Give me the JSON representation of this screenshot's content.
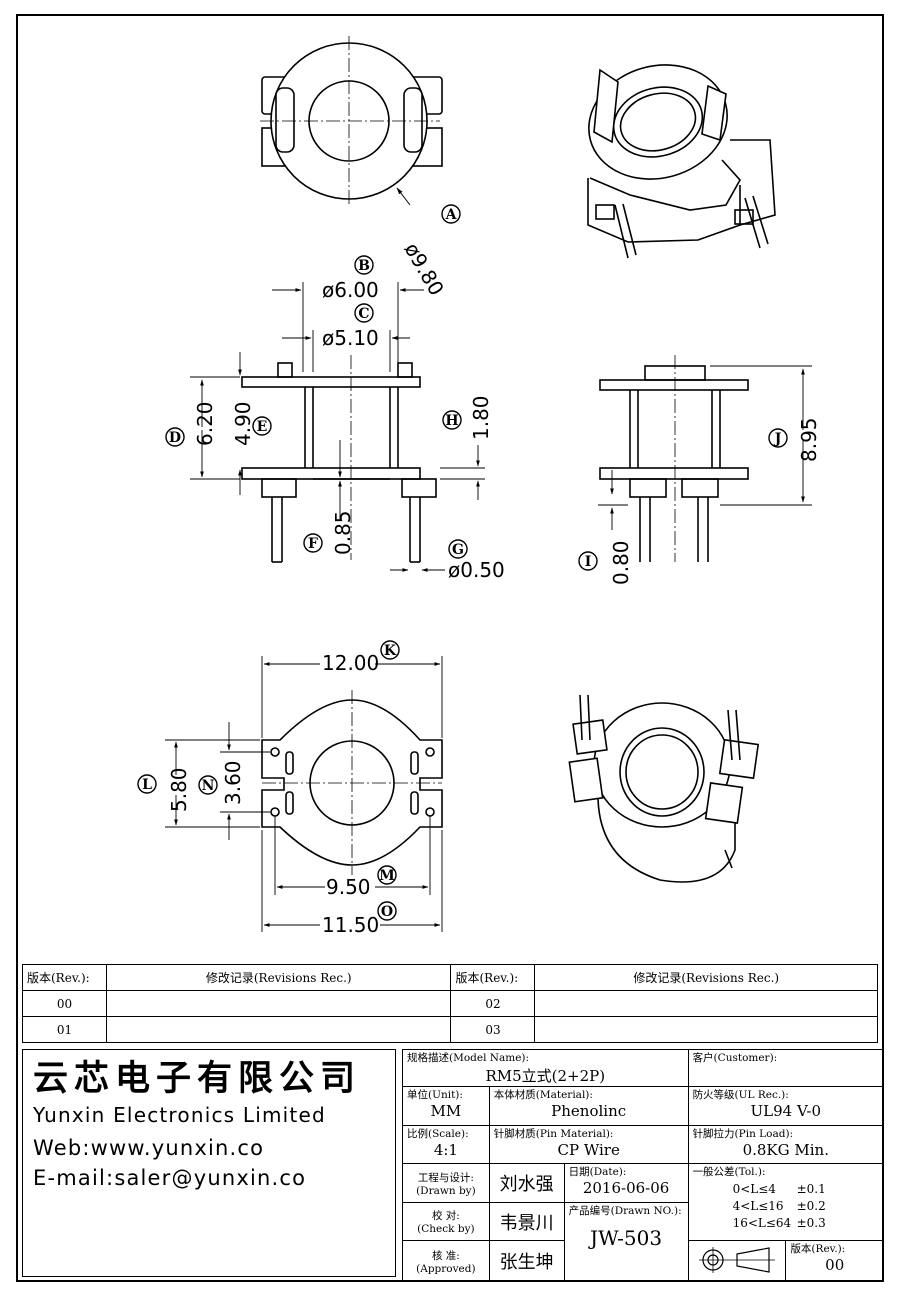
{
  "dimensions": {
    "A": {
      "letter": "A",
      "value": "ø9.80"
    },
    "B": {
      "letter": "B",
      "value": "ø6.00"
    },
    "C": {
      "letter": "C",
      "value": "ø5.10"
    },
    "D": {
      "letter": "D",
      "value": "6.20"
    },
    "E": {
      "letter": "E",
      "value": "4.90"
    },
    "F": {
      "letter": "F",
      "value": "0.85"
    },
    "G": {
      "letter": "G",
      "value": "ø0.50"
    },
    "H": {
      "letter": "H",
      "value": "1.80"
    },
    "I": {
      "letter": "I",
      "value": "0.80"
    },
    "J": {
      "letter": "J",
      "value": "8.95"
    },
    "K": {
      "letter": "K",
      "value": "12.00"
    },
    "L": {
      "letter": "L",
      "value": "5.80"
    },
    "M": {
      "letter": "M",
      "value": "9.50"
    },
    "N": {
      "letter": "N",
      "value": "3.60"
    },
    "O": {
      "letter": "O",
      "value": "11.50"
    }
  },
  "revisions": {
    "header_rev": "版本(Rev.):",
    "header_rec": "修改记录(Revisions Rec.)",
    "rows": [
      {
        "left_rev": "00",
        "left_rec": "",
        "right_rev": "02",
        "right_rec": ""
      },
      {
        "left_rev": "01",
        "left_rec": "",
        "right_rev": "03",
        "right_rec": ""
      }
    ]
  },
  "company": {
    "name_cn": "云芯电子有限公司",
    "name_en": "Yunxin Electronics Limited",
    "web": "Web:www.yunxin.co",
    "email": "E-mail:saler@yunxin.co"
  },
  "title_block": {
    "model_label": "规格描述(Model Name):",
    "model_value": "RM5立式(2+2P)",
    "customer_label": "客户(Customer):",
    "customer_value": "",
    "unit_label": "单位(Unit):",
    "unit_value": "MM",
    "material_label": "本体材质(Material):",
    "material_value": "Phenolinc",
    "ul_label": "防火等级(UL Rec.):",
    "ul_value": "UL94 V-0",
    "scale_label": "比例(Scale):",
    "scale_value": "4:1",
    "pin_material_label": "针脚材质(Pin Material):",
    "pin_material_value": "CP Wire",
    "pin_load_label": "针脚拉力(Pin Load):",
    "pin_load_value": "0.8KG Min.",
    "drawn_label_cn": "工程与设计:",
    "drawn_label_en": "(Drawn by)",
    "drawn_value": "刘水强",
    "date_label": "日期(Date):",
    "date_value": "2016-06-06",
    "tol_label": "一般公差(Tol.):",
    "tol_rows": [
      {
        "range": "0<L≤4",
        "tol": "±0.1"
      },
      {
        "range": "4<L≤16",
        "tol": "±0.2"
      },
      {
        "range": "16<L≤64",
        "tol": "±0.3"
      }
    ],
    "check_label_cn": "校  对:",
    "check_label_en": "(Check by)",
    "check_value": "韦景川",
    "drawn_no_label": "产品编号(Drawn NO.):",
    "drawn_no_value": "JW-503",
    "approve_label_cn": "核  准:",
    "approve_label_en": "(Approved)",
    "approve_value": "张生坤",
    "rev_label": "版本(Rev.):",
    "rev_value": "00"
  }
}
